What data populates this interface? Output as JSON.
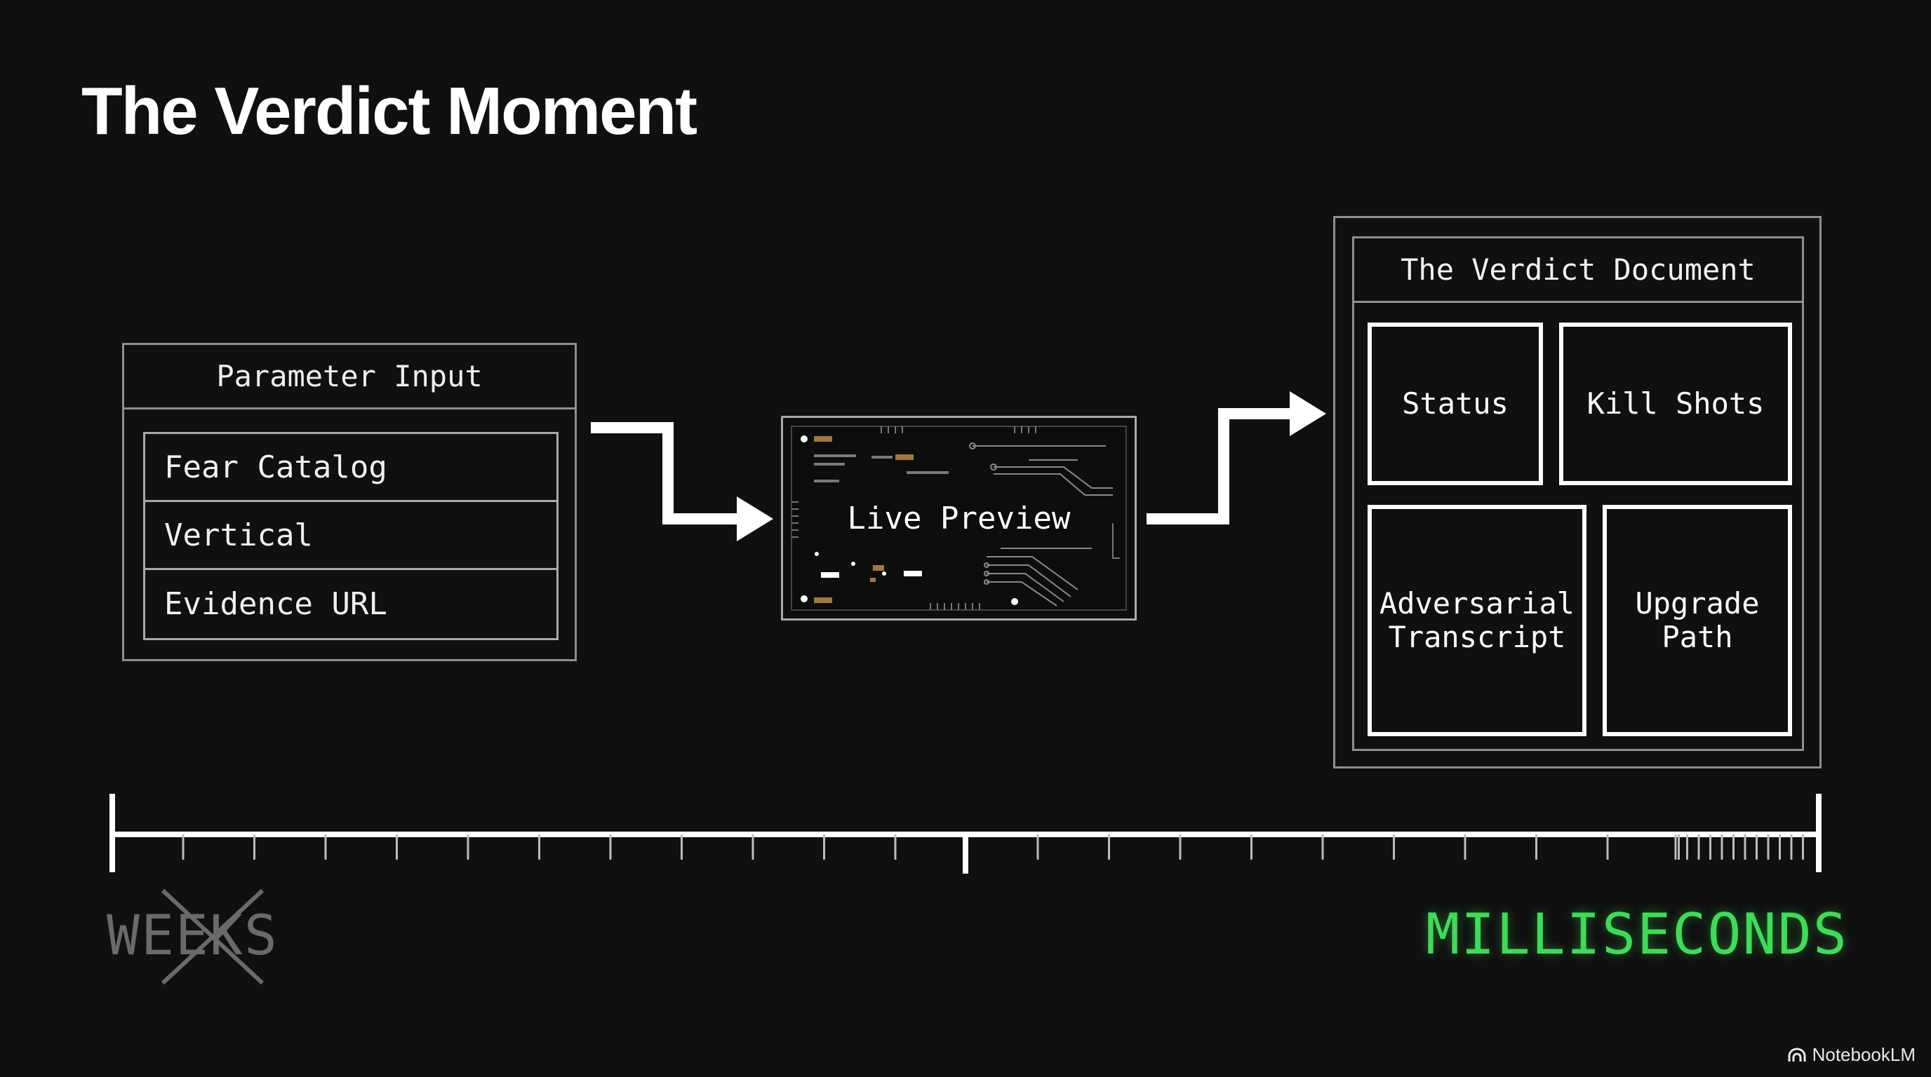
{
  "title": "The Verdict Moment",
  "parameter_input": {
    "header": "Parameter Input",
    "items": [
      "Fear Catalog",
      "Vertical",
      "Evidence URL"
    ]
  },
  "live_preview": {
    "label": "Live Preview",
    "icon": "circuit-board-icon"
  },
  "verdict_document": {
    "header": "The Verdict Document",
    "sections": [
      "Status",
      "Kill Shots",
      "Adversarial\nTranscript",
      "Upgrade\nPath"
    ]
  },
  "timeline": {
    "start_label": "WEEKS",
    "start_label_crossed_out": true,
    "end_label": "MILLISECONDS",
    "end_label_color": "#3ddc57"
  },
  "watermark": {
    "text": "NotebookLM",
    "icon": "notebooklm-logo-icon"
  }
}
